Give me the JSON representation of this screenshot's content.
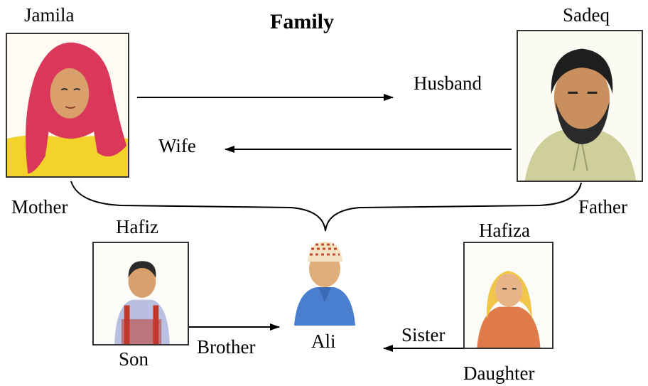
{
  "title": "Family",
  "people": {
    "jamila": {
      "name": "Jamila",
      "role": "Mother"
    },
    "sadeq": {
      "name": "Sadeq",
      "role": "Father"
    },
    "hafiz": {
      "name": "Hafiz",
      "role": "Son"
    },
    "hafiza": {
      "name": "Hafiza",
      "role": "Daughter"
    },
    "ali": {
      "name": "Ali"
    }
  },
  "relations": {
    "husband": "Husband",
    "wife": "Wife",
    "brother": "Brother",
    "sister": "Sister"
  }
}
